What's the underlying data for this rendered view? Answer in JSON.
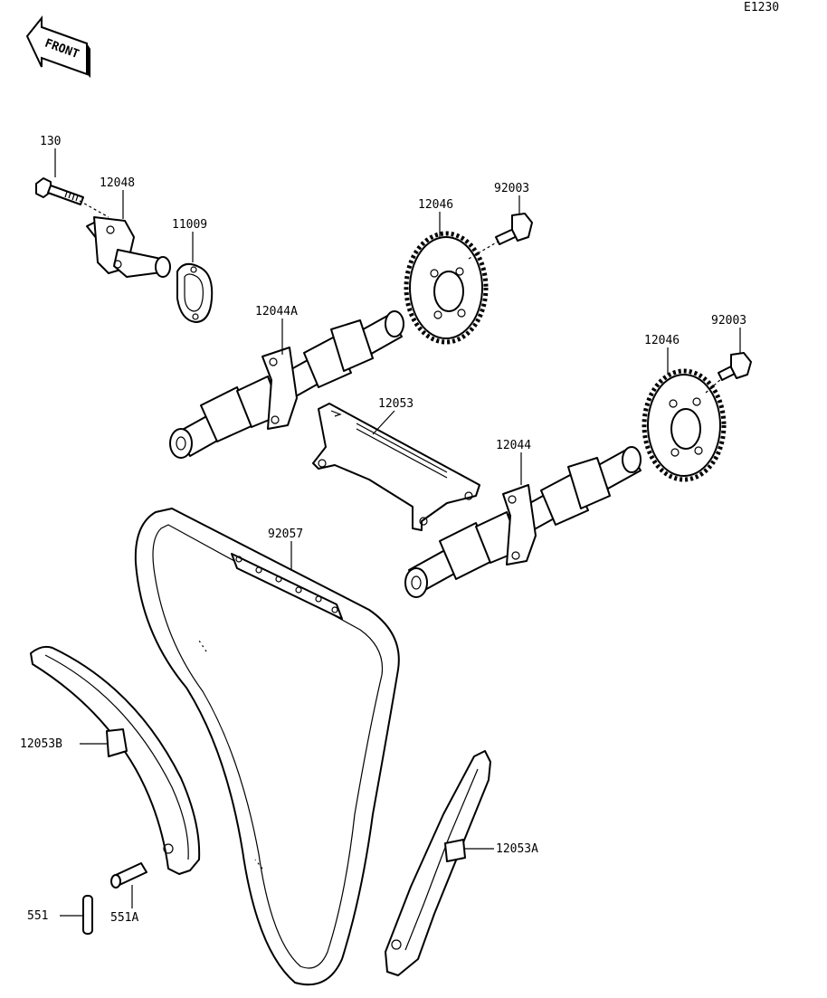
{
  "diagram_code": "E1230",
  "front_label": "FRONT",
  "parts": {
    "bolt_130": "130",
    "tensioner_12048": "12048",
    "gasket_11009": "11009",
    "sprocket_12046_upper": "12046",
    "bolt_92003_upper": "92003",
    "camshaft_12044A": "12044A",
    "sprocket_12046_lower": "12046",
    "bolt_92003_lower": "92003",
    "guide_12053": "12053",
    "camshaft_12044": "12044",
    "chain_92057": "92057",
    "guide_12053B": "12053B",
    "guide_12053A": "12053A",
    "pin_551": "551",
    "pin_551A": "551A"
  }
}
